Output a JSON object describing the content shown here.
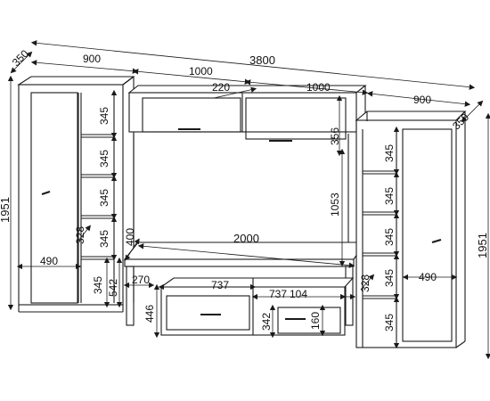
{
  "dimensions": {
    "total_width": "3800",
    "depth_top_left": "350",
    "depth_right": "350",
    "left_cabinet_width": "900",
    "right_cabinet_width": "900",
    "top_left_width": "1000",
    "top_right_width": "1000",
    "top_cabinet_depth": "220",
    "top_cabinet_height": "356",
    "tv_opening_height": "1053",
    "tv_stand_width": "2000",
    "tv_stand_depth": "400",
    "cabinet_height_left": "1951",
    "cabinet_height_right": "1951",
    "shelf_spacing": "345",
    "shelf_depth_left": "328",
    "shelf_depth_right": "328",
    "left_door_width": "490",
    "right_door_width": "490",
    "left_bottom_section": "542",
    "stand_leg_height": "446",
    "stand_inner_depth": "270",
    "drawer_width_left": "737",
    "drawer_width_right": "737",
    "drawer_height": "342",
    "drawer_front_height": "160",
    "stand_side_gap": "104"
  },
  "colors": {
    "line": "#1a1a1a",
    "background": "#ffffff"
  }
}
